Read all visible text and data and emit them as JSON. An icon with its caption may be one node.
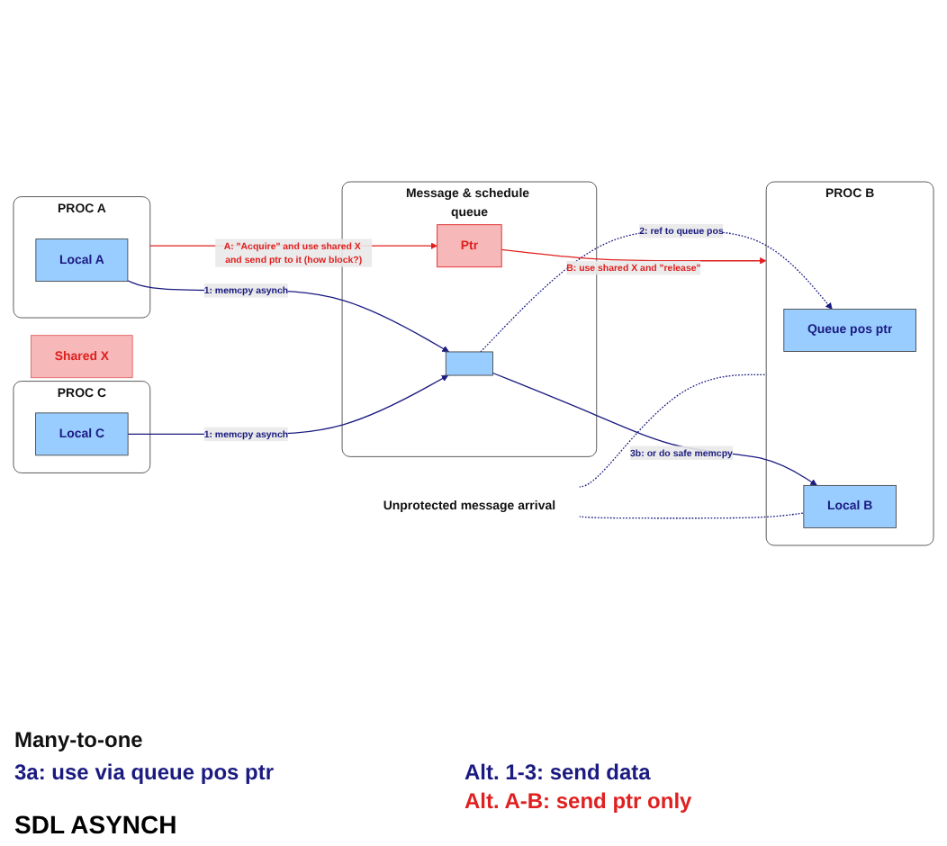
{
  "diagram": {
    "caption": "SDL ASYNCH",
    "nodes": [
      {
        "text": [
          "PROC A"
        ]
      },
      {
        "text": [
          "Local A"
        ],
        "in": 0
      },
      {
        "text": [
          "PROC C"
        ]
      },
      {
        "text": [
          "Local C"
        ],
        "in": 2
      },
      {
        "text": [
          "Message & schedule queue"
        ]
      },
      {
        "text": [],
        "shape": "box",
        "in": 4
      },
      {
        "text": [
          "Ptr"
        ],
        "in": 4
      },
      {
        "text": [
          "Shared X"
        ]
      },
      {
        "text": [
          "PROC B"
        ]
      },
      {
        "text": [
          "Local B"
        ],
        "in": 8
      },
      {
        "text": [
          "Queue pos ptr"
        ],
        "in": 8
      },
      {
        "text": [
          "Unprotected message arrival"
        ]
      }
    ],
    "edges": [
      {
        "from": 1,
        "to": 5,
        "arrow": "to",
        "label": "1: memcpy asynch"
      },
      {
        "from": 3,
        "to": 5,
        "arrow": "to",
        "label": "1: memcpy asynch"
      },
      {
        "from": 0,
        "to": 6,
        "arrow": "to",
        "label": "A: \"Acquire\" and use shared X and send ptr to it (how block?)",
        "color": "#e02020"
      },
      {
        "from": 6,
        "to": 8,
        "arrow": "to",
        "label": "B: use shared X and \"release\"",
        "color": "#e02020"
      },
      {
        "from": 5,
        "to": 10,
        "arrow": "to",
        "label": "2: ref to queue pos",
        "style": "dashed"
      },
      {
        "from": 5,
        "to": 9,
        "arrow": "to",
        "label": "3b: or do safe memcpy"
      },
      {
        "from": 11,
        "to": 9,
        "arrow": "none",
        "style": "dashed"
      },
      {
        "from": 11,
        "to": 8,
        "arrow": "none",
        "style": "dashed"
      }
    ],
    "labels": [
      "Many-to-one",
      "3a: use via queue pos ptr",
      "Alt. 1-3: send data",
      "Alt. A-B: send ptr only"
    ]
  }
}
